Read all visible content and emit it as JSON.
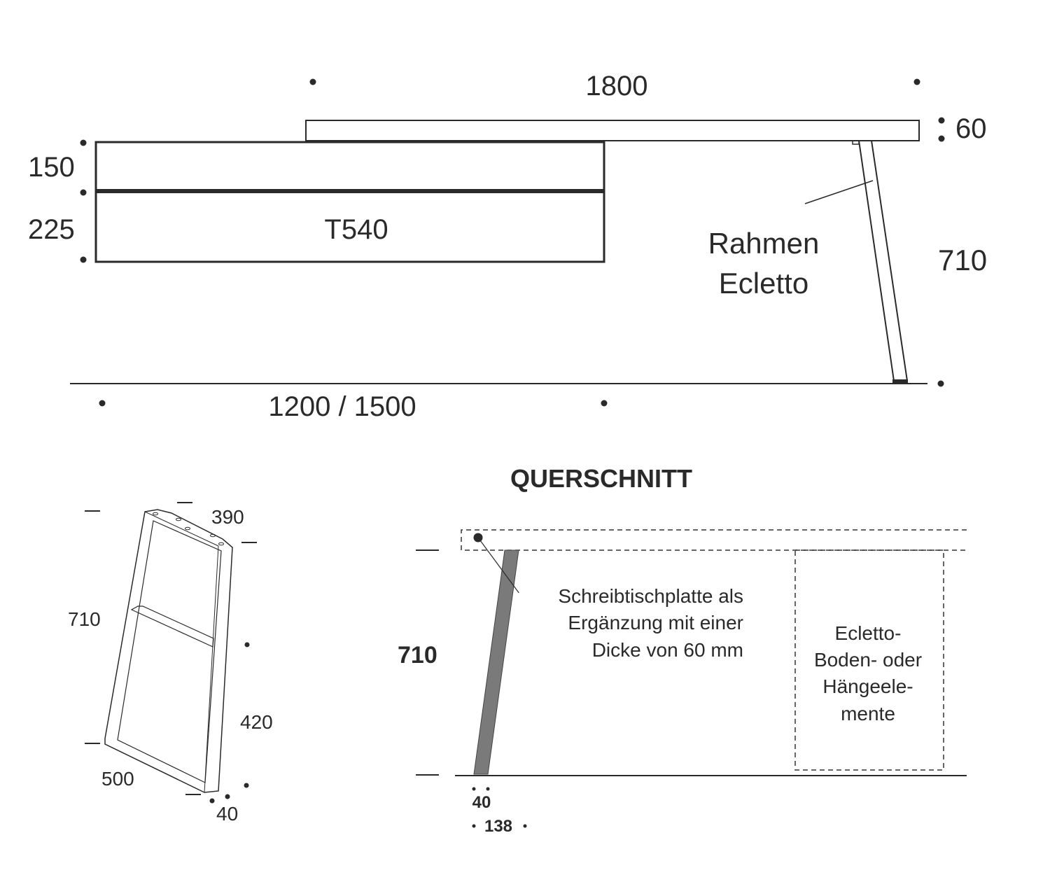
{
  "side_view": {
    "top_width": "1800",
    "top_thickness": "60",
    "drawer_height_upper": "150",
    "drawer_height_lower": "225",
    "unit_label": "T540",
    "frame_label_line1": "Rahmen",
    "frame_label_line2": "Ecletto",
    "height": "710",
    "base_width": "1200 / 1500"
  },
  "frame_view": {
    "top_depth": "390",
    "height": "710",
    "lower_height": "420",
    "bottom_depth": "500",
    "profile": "40"
  },
  "cross_section": {
    "title": "QUERSCHNITT",
    "height": "710",
    "note_line1": "Schreibtischplatte als",
    "note_line2": "Ergänzung mit einer",
    "note_line3": "Dicke von 60 mm",
    "box_line1": "Ecletto-",
    "box_line2": "Boden- oder",
    "box_line3": "Hängeele-",
    "box_line4": "mente",
    "profile": "40",
    "offset": "138"
  },
  "colors": {
    "line": "#2a2a2a",
    "leg": "#7a7a7a"
  }
}
